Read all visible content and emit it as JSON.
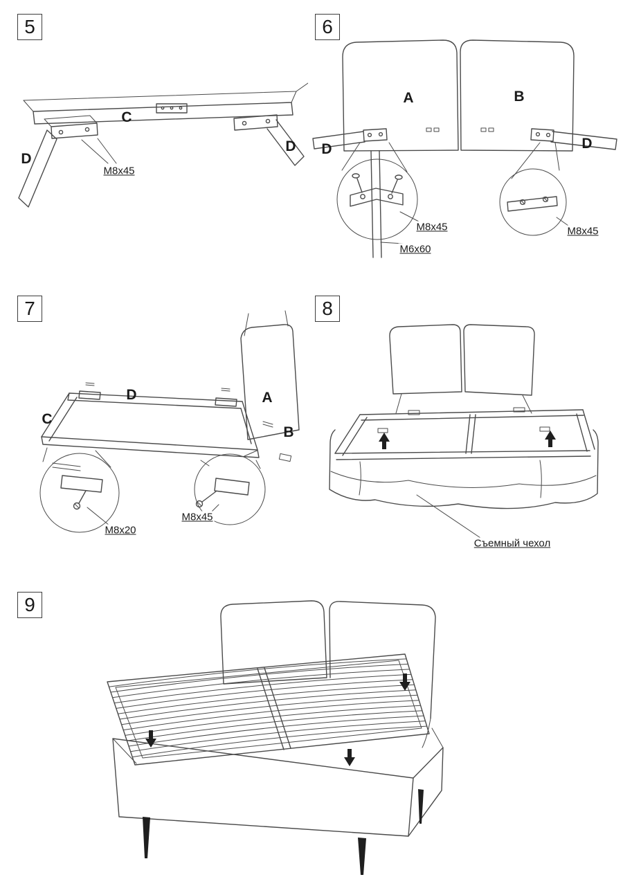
{
  "document": {
    "type": "assembly-instructions",
    "background": "#ffffff",
    "line_color": "#4a4a4a"
  },
  "steps": {
    "s5": {
      "number": "5",
      "parts": {
        "c": "C",
        "d_left": "D",
        "d_right": "D"
      },
      "hardware": {
        "m8x45": "M8x45"
      }
    },
    "s6": {
      "number": "6",
      "parts": {
        "a": "A",
        "b": "B",
        "d_left": "D",
        "d_right": "D"
      },
      "hardware": {
        "m8x45_bracket": "M8x45",
        "m6x60": "M6x60",
        "m8x45_rail": "M8x45"
      }
    },
    "s7": {
      "number": "7",
      "parts": {
        "d": "D",
        "a": "A",
        "c": "C",
        "b": "B"
      },
      "hardware": {
        "m8x20": "M8x20",
        "m8x45": "M8x45"
      }
    },
    "s8": {
      "number": "8",
      "callouts": {
        "removable_cover": "Съемный чехол"
      }
    },
    "s9": {
      "number": "9"
    }
  }
}
